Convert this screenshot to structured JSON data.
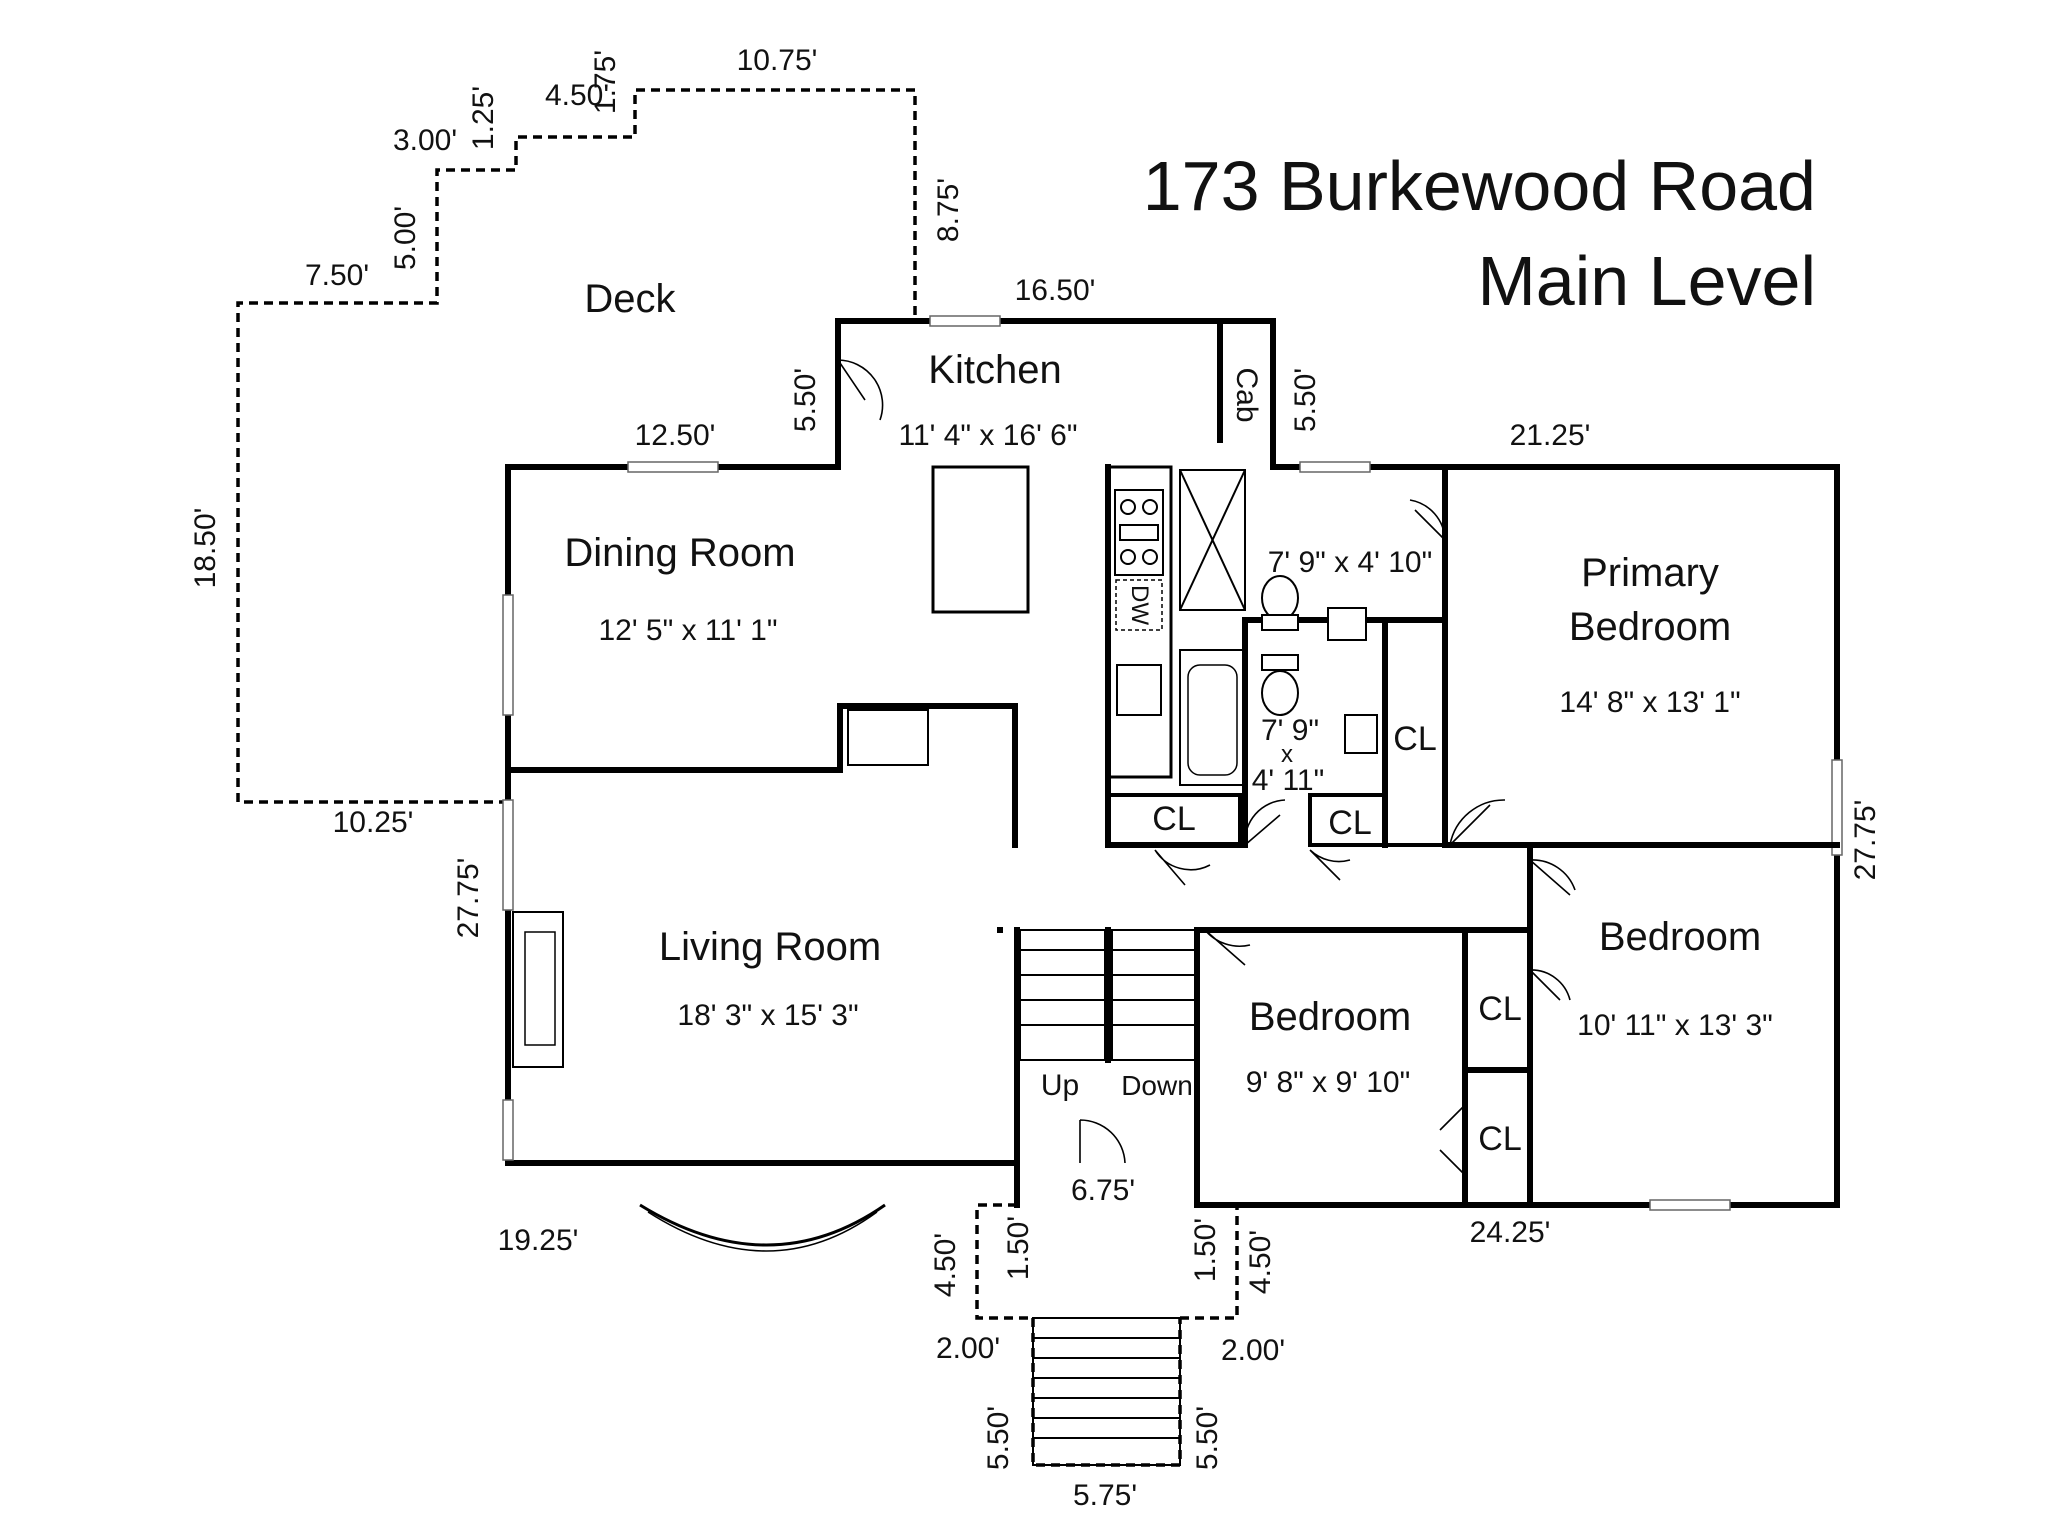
{
  "title": {
    "address": "173 Burkewood Road",
    "level": "Main Level"
  },
  "rooms": {
    "deck": "Deck",
    "kitchen": {
      "name": "Kitchen",
      "size": "11' 4\" x 16' 6\""
    },
    "cab": "Cab",
    "dining": {
      "name": "Dining Room",
      "size": "12' 5\" x 11' 1\""
    },
    "living": {
      "name": "Living Room",
      "size": "18' 3\" x 15' 3\""
    },
    "primary_bedroom": {
      "name_line1": "Primary",
      "name_line2": "Bedroom",
      "size": "14' 8\" x 13' 1\""
    },
    "bath1_size": "7' 9\" x 4' 10\"",
    "bath2_size": {
      "line1": "7' 9\"",
      "line2": "x",
      "line3": "4' 11\""
    },
    "bedroom_right": {
      "name": "Bedroom",
      "size": "10' 11\" x 13' 3\""
    },
    "bedroom_middle": {
      "name": "Bedroom",
      "size": "9' 8\" x 9' 10\""
    },
    "closet": "CL",
    "dishwasher": "DW",
    "stairs_up": "Up",
    "stairs_down": "Down"
  },
  "dimensions": {
    "deck_top": "10.75'",
    "deck_step_175": "1.75'",
    "deck_step_450": "4.50'",
    "deck_step_125": "1.25'",
    "deck_step_300": "3.00'",
    "deck_step_500": "5.00'",
    "deck_step_750": "7.50'",
    "deck_side_875": "8.75'",
    "deck_left": "18.50'",
    "deck_bottom": "10.25'",
    "kitchen_top": "16.50'",
    "kitchen_left": "5.50'",
    "kitchen_right": "5.50'",
    "dining_top": "12.50'",
    "bedroom_top": "21.25'",
    "left_side": "27.75'",
    "right_side": "27.75'",
    "bottom_left": "19.25'",
    "bottom_right": "24.25'",
    "entry": "6.75'",
    "porch_left_450": "4.50'",
    "porch_left_150": "1.50'",
    "porch_right_150": "1.50'",
    "porch_right_450": "4.50'",
    "porch_left_200": "2.00'",
    "porch_right_200": "2.00'",
    "steps_left": "5.50'",
    "steps_right": "5.50'",
    "steps_bottom": "5.75'"
  }
}
